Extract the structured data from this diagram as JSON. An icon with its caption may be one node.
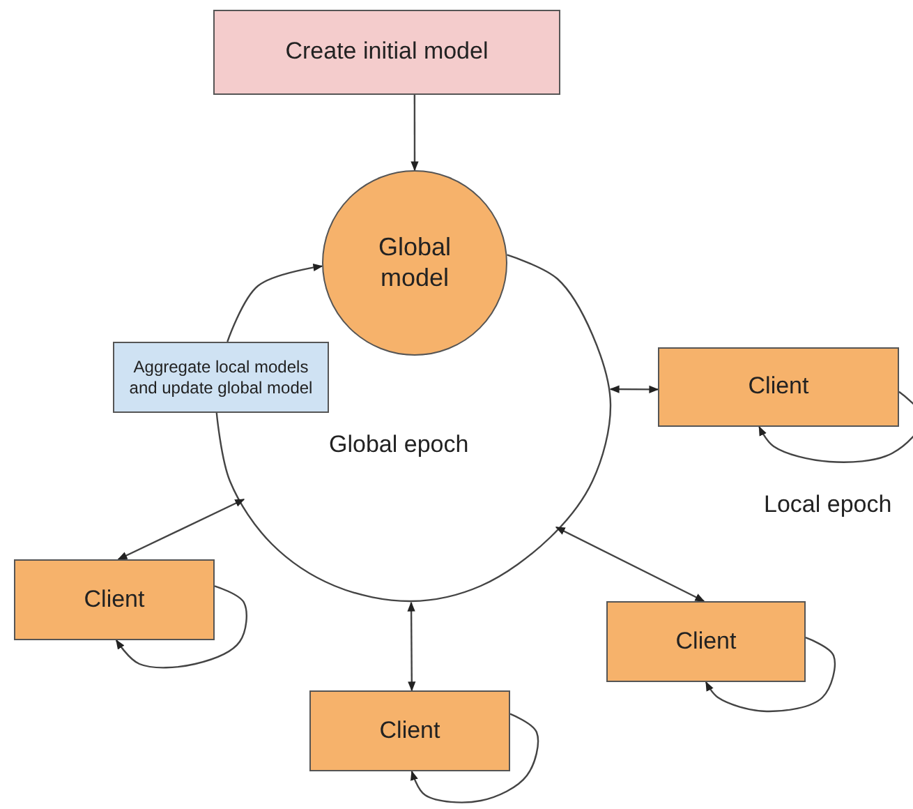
{
  "diagram": {
    "nodes": [
      {
        "text": [
          "Create initial model"
        ]
      },
      {
        "text": [
          "Global model"
        ]
      },
      {
        "text": [
          "Aggregate local models and update global model"
        ]
      },
      {
        "text": [
          "Client"
        ]
      },
      {
        "text": [
          "Client"
        ]
      },
      {
        "text": [
          "Client"
        ]
      },
      {
        "text": [
          "Client"
        ]
      }
    ],
    "edges": [
      {
        "from": 0,
        "to": 1,
        "arrow": "to"
      },
      {
        "from": 1,
        "to": 2,
        "arrow": "none"
      },
      {
        "from": 2,
        "to": 1,
        "arrow": "to"
      },
      {
        "from": 3,
        "to": null,
        "arrow": "both"
      },
      {
        "from": 4,
        "to": null,
        "arrow": "both"
      },
      {
        "from": 5,
        "to": null,
        "arrow": "both"
      },
      {
        "from": 6,
        "to": null,
        "arrow": "both"
      },
      {
        "from": 3,
        "to": 3,
        "arrow": "to"
      },
      {
        "from": 4,
        "to": 4,
        "arrow": "to"
      },
      {
        "from": 5,
        "to": 5,
        "arrow": "to"
      },
      {
        "from": 6,
        "to": 6,
        "arrow": "to"
      }
    ],
    "labels": [
      "Global epoch",
      "Local epoch"
    ]
  }
}
